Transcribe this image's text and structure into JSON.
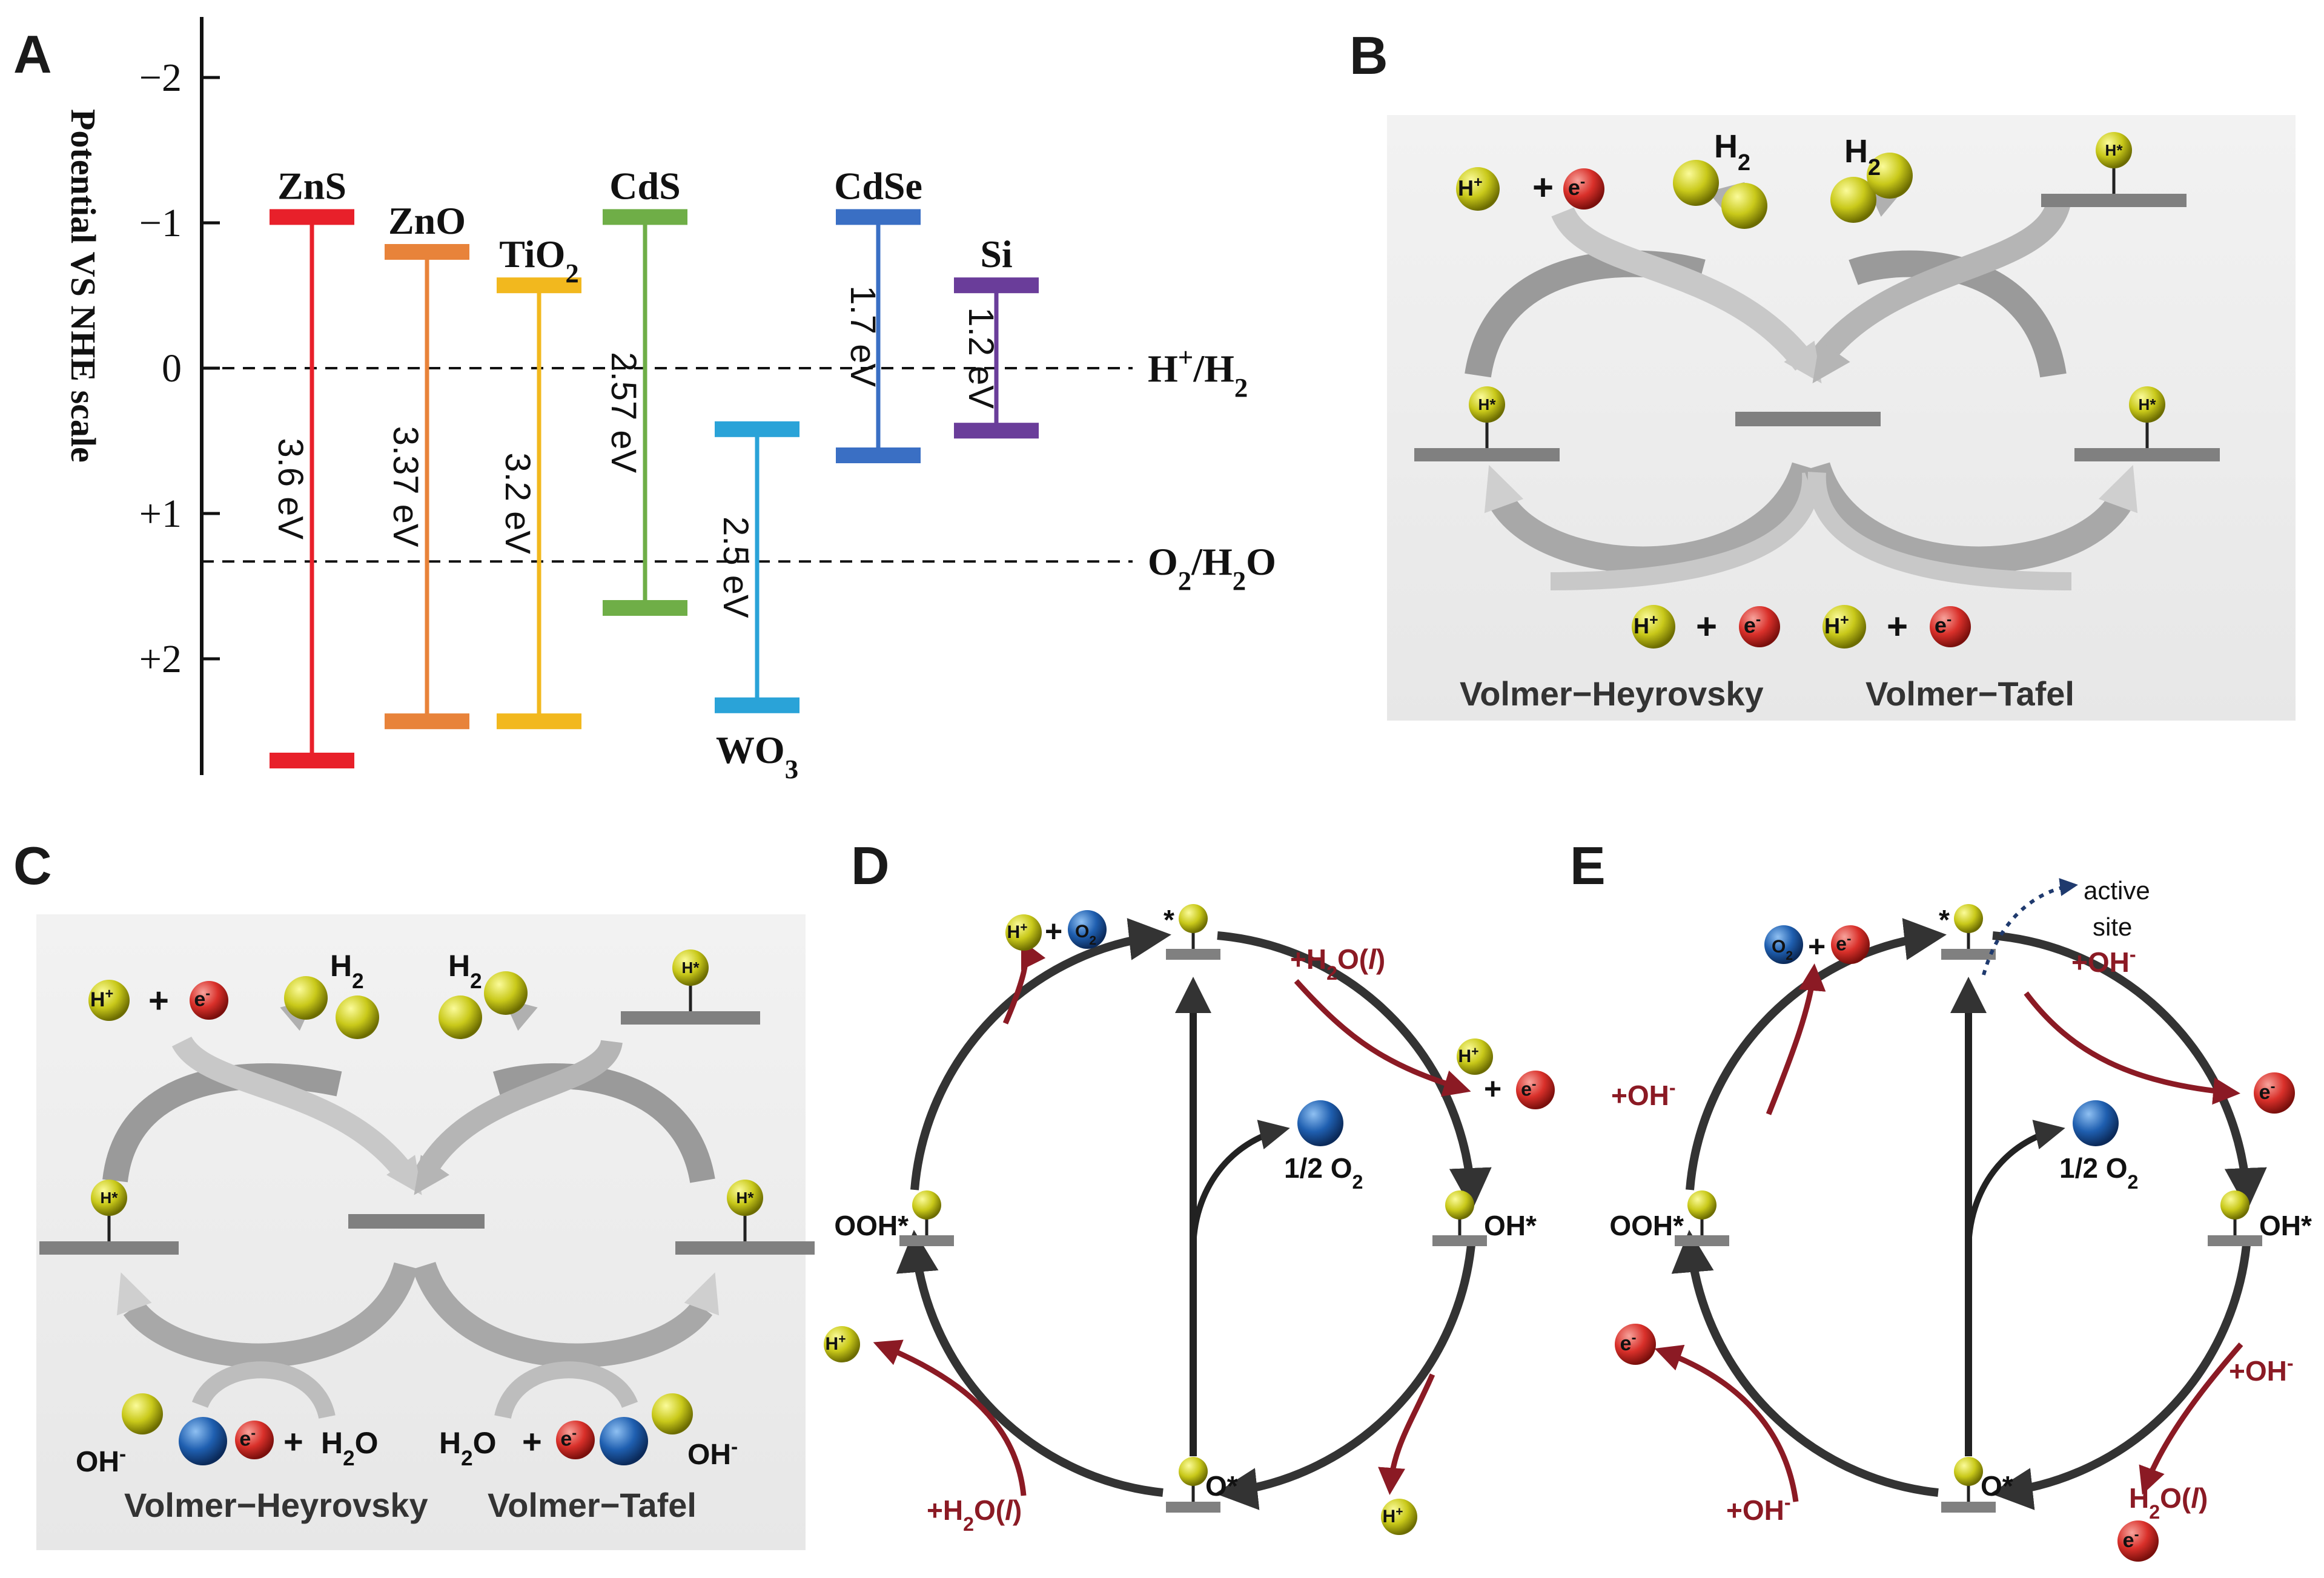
{
  "panel_letters": {
    "A": "A",
    "B": "B",
    "C": "C",
    "D": "D",
    "E": "E"
  },
  "panel_a": {
    "y_axis_title": "Potential VS NHE scale",
    "y_ticks": [
      "−2",
      "−1",
      "0",
      "+1",
      "+2"
    ],
    "y_tick_values": [
      -2,
      -1,
      0,
      1,
      2
    ],
    "y_range": [
      -2.45,
      2.9
    ],
    "reference_lines": [
      {
        "label_main": "H",
        "label_sup": "+",
        "label_rest": "/H",
        "label_sub": "2",
        "potential": 0.0
      },
      {
        "label_main": "O",
        "label_sub1": "2",
        "label_mid": "/H",
        "label_sub2": "2",
        "label_end": "O",
        "potential": 1.33
      }
    ],
    "materials": [
      {
        "name": "ZnS",
        "sub": "",
        "cb": -1.04,
        "vb": 2.7,
        "gap_label": "3.6 eV",
        "color": "#e8202a"
      },
      {
        "name": "ZnO",
        "sub": "",
        "cb": -0.8,
        "vb": 2.43,
        "gap_label": "3.37 eV",
        "color": "#e8833a"
      },
      {
        "name": "TiO",
        "sub": "2",
        "cb": -0.57,
        "vb": 2.43,
        "gap_label": "3.2 eV",
        "color": "#f2b81e"
      },
      {
        "name": "CdS",
        "sub": "",
        "cb": -1.04,
        "vb": 1.65,
        "gap_label": "2.57 eV",
        "color": "#6fae47"
      },
      {
        "name": "WO",
        "sub": "3",
        "cb": 0.42,
        "vb": 2.32,
        "gap_label": "2.5 eV",
        "color": "#2aa3d8"
      },
      {
        "name": "CdSe",
        "sub": "",
        "cb": -1.04,
        "vb": 0.6,
        "gap_label": "1.7 eV",
        "color": "#3a6fc4"
      },
      {
        "name": "Si",
        "sub": "",
        "cb": -0.57,
        "vb": 0.43,
        "gap_label": "1.2 eV",
        "color": "#6a3d9a"
      }
    ]
  },
  "panel_b": {
    "caption_left": "Volmer−Heyrovsky",
    "caption_right": "Volmer−Tafel",
    "h_plus": "H",
    "plus_sup": "+",
    "e_minus": "e",
    "minus_sup": "-",
    "plus_sign": "+",
    "h2_label": "H",
    "h2_sub": "2",
    "h_star": "H*"
  },
  "panel_c": {
    "caption_left": "Volmer−Heyrovsky",
    "caption_right": "Volmer−Tafel",
    "oh_minus": "OH",
    "water": "H",
    "water_sub": "2",
    "water_o": "O"
  },
  "panel_d": {
    "states": {
      "top": "*",
      "right": "OH*",
      "bottom": "O*",
      "left": "OOH*"
    },
    "half_o2": "1/2 O",
    "half_o2_sub": "2",
    "water_liquid": "+H",
    "water_liquid_sub": "2",
    "water_liquid_rest": "O(",
    "water_liquid_l": "l",
    "water_liquid_close": ")",
    "o2": "O",
    "o2_sub": "2"
  },
  "panel_e": {
    "states": {
      "top": "*",
      "right": "OH*",
      "bottom": "O*",
      "left": "OOH*"
    },
    "active_site_line1": "active",
    "active_site_line2": "site",
    "oh_step": "+OH",
    "h2o_l": "H",
    "h2o_l_sub": "2",
    "h2o_l_rest": "O(",
    "h2o_l_l": "l",
    "h2o_l_close": ")"
  },
  "colors": {
    "h_ball": "#c9c91a",
    "e_ball": "#d9302a",
    "o2_ball": "#1f5fb0",
    "red_arrow": "#8b1a24",
    "cycle_arrow": "#333333",
    "grey_bar": "#808080"
  }
}
